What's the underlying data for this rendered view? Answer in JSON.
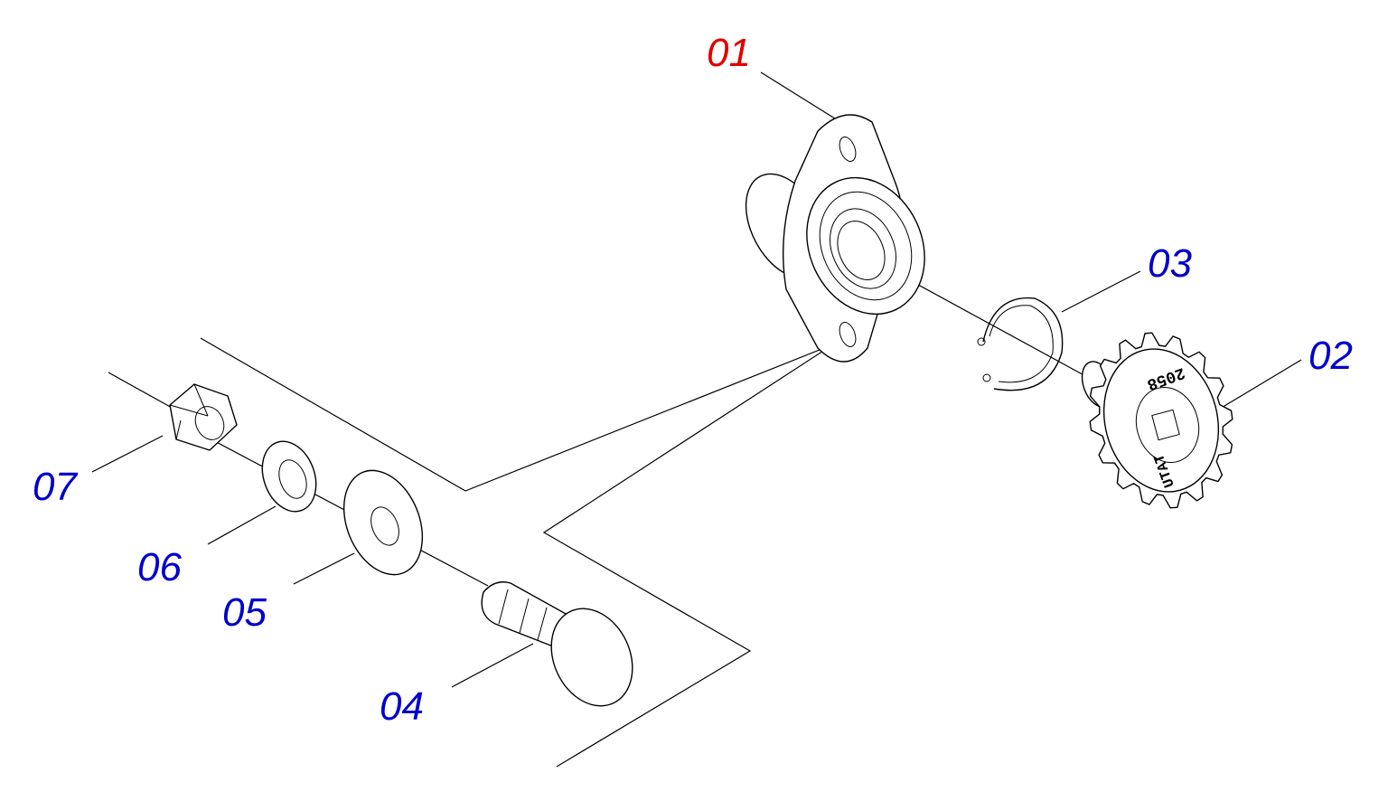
{
  "diagram": {
    "type": "exploded-parts",
    "highlight_color": "#e00000",
    "callout_color": "#0000cc",
    "callouts": [
      {
        "id": "01",
        "label": "01",
        "part": "flange-bearing",
        "highlighted": true
      },
      {
        "id": "02",
        "label": "02",
        "part": "sprocket",
        "highlighted": false
      },
      {
        "id": "03",
        "label": "03",
        "part": "circlip",
        "highlighted": false
      },
      {
        "id": "04",
        "label": "04",
        "part": "carriage-bolt",
        "highlighted": false
      },
      {
        "id": "05",
        "label": "05",
        "part": "flat-washer",
        "highlighted": false
      },
      {
        "id": "06",
        "label": "06",
        "part": "spring-washer",
        "highlighted": false
      },
      {
        "id": "07",
        "label": "07",
        "part": "hex-nut",
        "highlighted": false
      }
    ],
    "sprocket_markings": [
      "2058",
      "UTAT"
    ]
  }
}
